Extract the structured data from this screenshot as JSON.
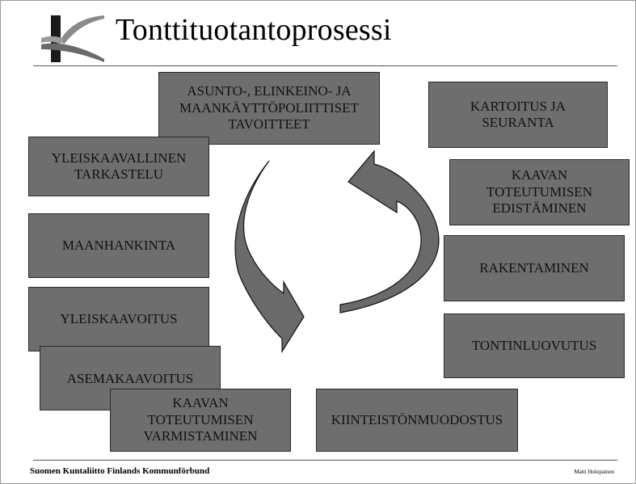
{
  "slide": {
    "title": "Tonttituotantoprosessi",
    "footer_left": "Suomen Kuntaliitto Finlands Kommunförbund",
    "footer_right": "Matti Holopainen"
  },
  "process_boxes": [
    {
      "label": "ASUNTO-, ELINKEINO- JA\nMAANKÄYTTÖPOLIITTISET\nTAVOITTEET"
    },
    {
      "label": "KARTOITUS JA\nSEURANTA"
    },
    {
      "label": "YLEISKAAVALLINEN\nTARKASTELU"
    },
    {
      "label": "KAAVAN\nTOTEUTUMISEN\nEDISTÄMINEN"
    },
    {
      "label": "MAANHANKINTA"
    },
    {
      "label": "RAKENTAMINEN"
    },
    {
      "label": "YLEISKAAVOITUS"
    },
    {
      "label": "TONTINLUOVUTUS"
    },
    {
      "label": "ASEMAKAAVOITUS"
    },
    {
      "label": "KAAVAN\nTOTEUTUMISEN\nVARMISTAMINEN"
    },
    {
      "label": "KIINTEISTÖNMUODOSTUS"
    }
  ],
  "colors": {
    "box_fill": "#6e6e6e",
    "arrow_fill": "#6a6a6a",
    "logo_dark": "#1a1a1a",
    "logo_gray": "#8a8a8a"
  }
}
